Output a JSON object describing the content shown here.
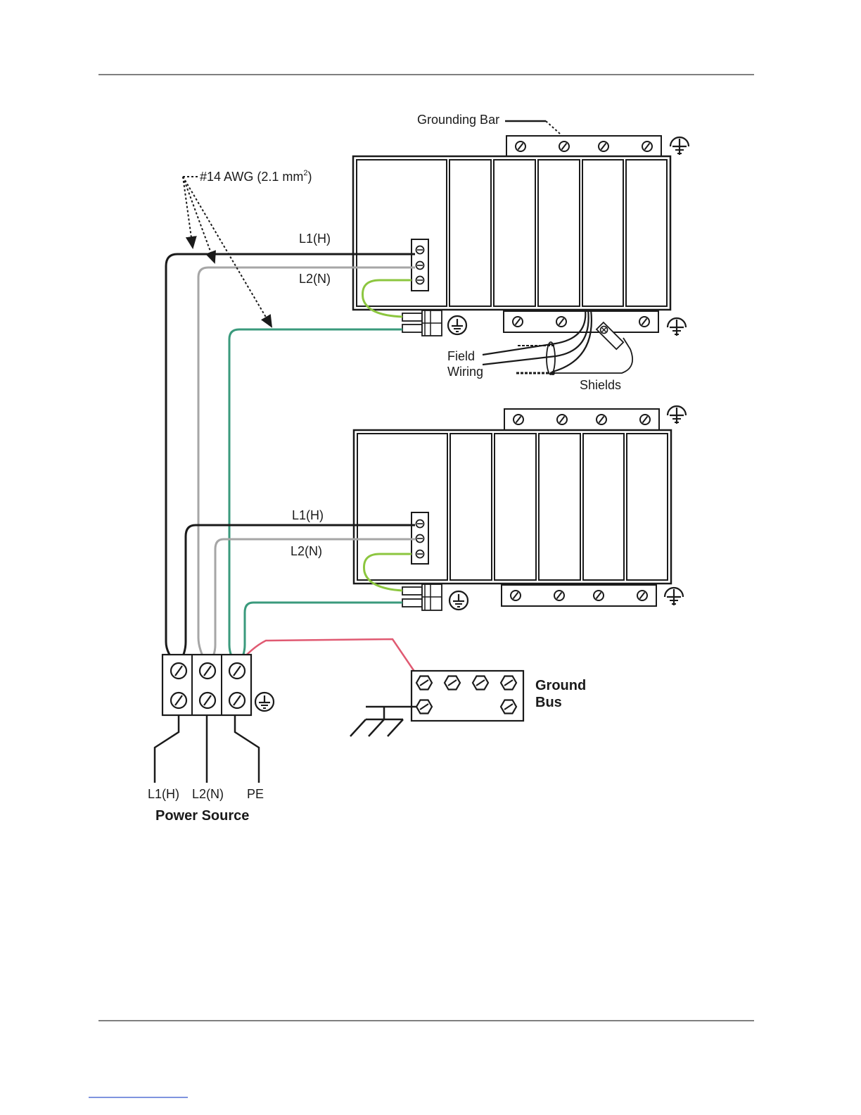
{
  "labels": {
    "grounding_bar": "Grounding Bar",
    "awg_main": "#14 AWG (2.1 mm",
    "awg_sup": "2",
    "awg_close": ")",
    "rack1_l1": "L1(H)",
    "rack1_l2": "L2(N)",
    "field": "Field",
    "wiring": "Wiring",
    "shields": "Shields",
    "rack2_l1": "L1(H)",
    "rack2_l2": "L2(N)",
    "ground": "Ground",
    "bus": "Bus",
    "ps_l1": "L1(H)",
    "ps_l2": "L2(N)",
    "ps_pe": "PE",
    "power_source": "Power Source"
  },
  "colors": {
    "line_hot": "#1a1a1a",
    "line_neutral": "#a6a6a6",
    "line_pe": "#3a9a7c",
    "line_jumper": "#8cc63f",
    "line_ground_bus": "#e05a72",
    "rule": "#333333"
  },
  "icons": [
    "ground-symbol-icon",
    "screw-terminal-icon",
    "hex-bolt-icon",
    "earth-ground-icon"
  ]
}
